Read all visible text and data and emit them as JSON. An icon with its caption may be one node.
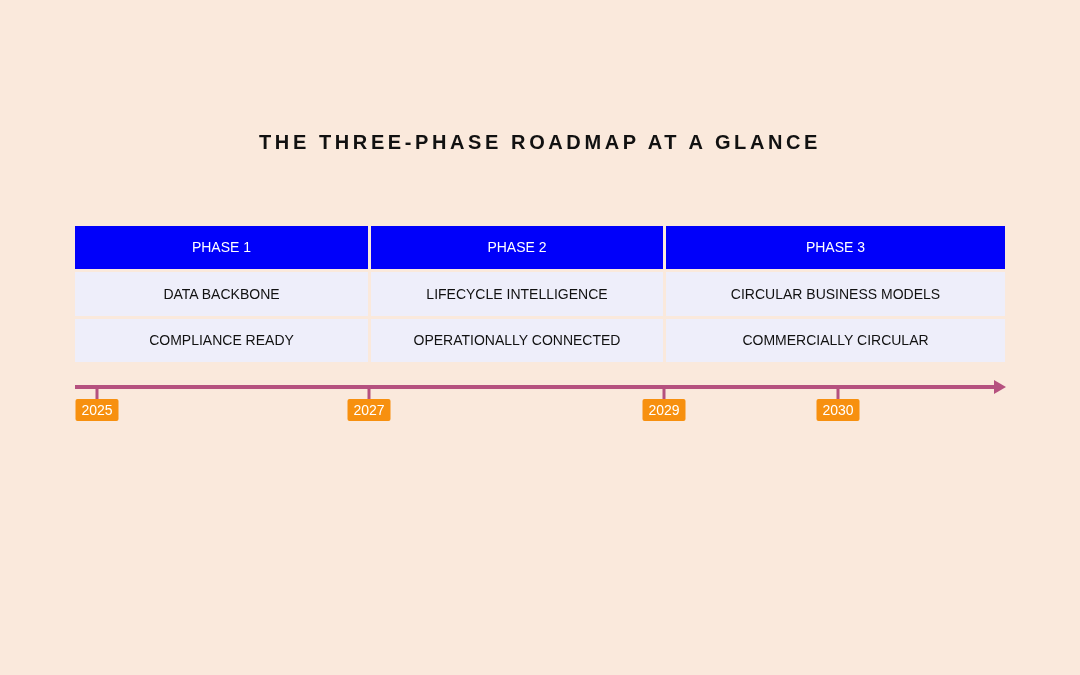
{
  "diagram": {
    "title": "THE THREE-PHASE ROADMAP AT A GLANCE",
    "labels": [
      "PHASE 1",
      "PHASE 2",
      "PHASE 3",
      "DATA BACKBONE",
      "LIFECYCLE INTELLIGENCE",
      "CIRCULAR BUSINESS MODELS",
      "COMPLIANCE READY",
      "OPERATIONALLY CONNECTED",
      "COMMERCIALLY CIRCULAR",
      "2025",
      "2027",
      "2029",
      "2030"
    ]
  }
}
